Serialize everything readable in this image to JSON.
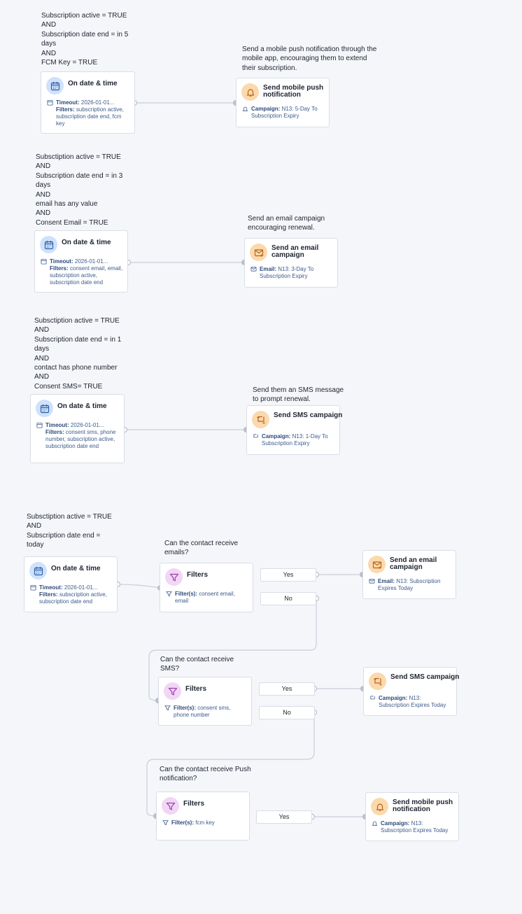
{
  "flows": [
    {
      "condition_note": "Subscription active = TRUE\nAND\nSubscription date end = in 5\ndays\nAND\nFCM Key = TRUE",
      "trigger": {
        "title": "On date & time",
        "timeout_label": "Timeout:",
        "timeout_value": "2026-01-01...",
        "filters_label": "Filters:",
        "filters_value": "subscription active, subscription date end, fcm key"
      },
      "action_note": "Send a mobile push notification through the\nmobile app, encouraging them to extend\ntheir subscription.",
      "action": {
        "title": "Send mobile push notification",
        "detail_label": "Campaign:",
        "detail_value": "N13: 5-Day To Subscription Expiry",
        "icon": "bell-icon"
      }
    },
    {
      "condition_note": "Subsctiption active = TRUE\nAND\nSubscription date end = in 3\ndays\nAND\nemail has any value\nAND\nConsent Email = TRUE",
      "trigger": {
        "title": "On date & time",
        "timeout_label": "Timeout:",
        "timeout_value": "2026-01-01...",
        "filters_label": "Filters:",
        "filters_value": "consent email, email, subscription active, subscription date end"
      },
      "action_note": "Send an email campaign\nencouraging renewal.",
      "action": {
        "title": "Send an email campaign",
        "detail_label": "Email:",
        "detail_value": "N13: 3-Day To Subscription Expiry",
        "icon": "mail-icon"
      }
    },
    {
      "condition_note": "Subsctiption active = TRUE\nAND\nSubscription date end = in 1\ndays\nAND\ncontact has phone number\nAND\nConsent SMS= TRUE",
      "trigger": {
        "title": "On date & time",
        "timeout_label": "Timeout:",
        "timeout_value": "2026-01-01...",
        "filters_label": "Filters:",
        "filters_value": "consent sms, phone number, subscription active, subscription date end"
      },
      "action_note": "Send them an SMS message\nto prompt renewal.",
      "action": {
        "title": "Send SMS campaign",
        "detail_label": "Campaign:",
        "detail_value": "N13: 1-Day To Subscription Expiry",
        "icon": "sms-icon"
      }
    }
  ],
  "final_flow": {
    "condition_note": "Subsctiption active = TRUE\nAND\nSubscription date end =\ntoday",
    "trigger": {
      "title": "On date & time",
      "timeout_label": "Timeout:",
      "timeout_value": "2026-01-01...",
      "filters_label": "Filters:",
      "filters_value": "subscription active, subscription date end"
    },
    "filter_1": {
      "note": "Can the contact receive\nemails?",
      "title": "Filters",
      "detail_label": "Filter(s):",
      "detail_value": "consent email, email",
      "yes_label": "Yes",
      "no_label": "No"
    },
    "action_1": {
      "title": "Send an email campaign",
      "detail_label": "Email:",
      "detail_value": "N13: Subscription Expires Today"
    },
    "filter_2": {
      "note": "Can the contact receive\nSMS?",
      "title": "Filters",
      "detail_label": "Filter(s):",
      "detail_value": "consent sms, phone number",
      "yes_label": "Yes",
      "no_label": "No"
    },
    "action_2": {
      "title": "Send SMS campaign",
      "detail_label": "Campaign:",
      "detail_value": "N13: Subscription Expires Today"
    },
    "filter_3": {
      "note": "Can the contact receive Push\nnotification?",
      "title": "Filters",
      "detail_label": "Filter(s):",
      "detail_value": "fcm key",
      "yes_label": "Yes"
    },
    "action_3": {
      "title": "Send mobile push notification",
      "detail_label": "Campaign:",
      "detail_value": "N13: Subscription Expires Today"
    }
  },
  "colors": {
    "canvas": "#f5f6f9",
    "trigger_icon_bg": "#cfe1fb",
    "trigger_icon": "#2c5fa8",
    "action_icon_bg": "#fbd9ad",
    "action_icon": "#b7651b",
    "filter_icon_bg": "#f1d6f5",
    "filter_icon": "#9a3fae",
    "connector": "#c9ced9"
  }
}
